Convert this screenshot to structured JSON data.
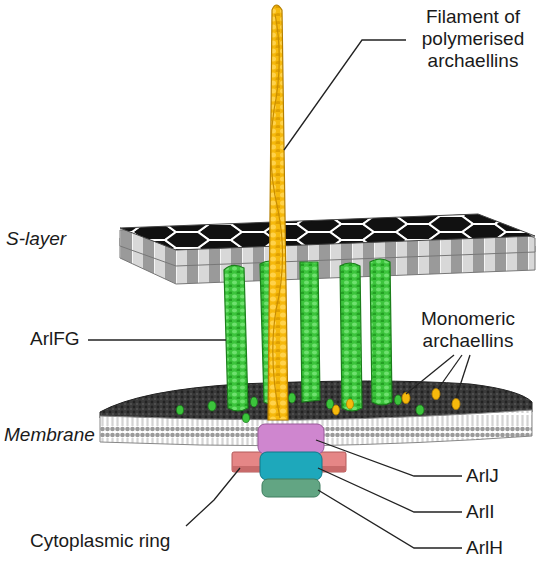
{
  "diagram": {
    "labels": [
      "Filament of polymerised archaellins",
      "S-layer",
      "ArlFG",
      "Monomeric archaellins",
      "Membrane",
      "ArlJ",
      "ArlI",
      "ArlH",
      "Cytoplasmic ring"
    ]
  }
}
